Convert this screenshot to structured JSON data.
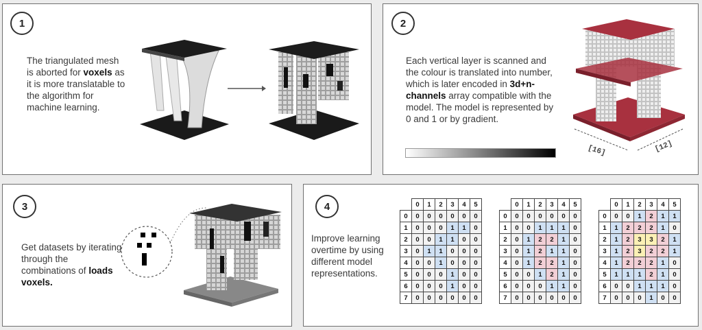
{
  "panels": [
    {
      "number": "1",
      "text_parts": [
        "The triangulated mesh is aborted for ",
        "voxels",
        " as it is more translatable to the algorithm for machine learning."
      ]
    },
    {
      "number": "2",
      "text_parts": [
        "Each vertical layer is scanned and the colour is translated into number, which is later encoded in ",
        "3d+n-channels",
        " array compatible with the model. The model is represented by 0 and 1 or by gradient."
      ],
      "dim_x": "[16]",
      "dim_y": "[12]"
    },
    {
      "number": "3",
      "text_parts": [
        "Get datasets by iterating through the combinations of ",
        "loads  voxels."
      ]
    },
    {
      "number": "4",
      "text": "Improve learning overtime by using different model representations."
    }
  ],
  "colors": {
    "blue": "#cfe0f3",
    "pink": "#f2cfd6",
    "yellow": "#fbf0b5",
    "gray": "#f2f2f2",
    "model_red": "#a8313f"
  },
  "grids": {
    "headers": [
      "0",
      "1",
      "2",
      "3",
      "4",
      "5"
    ],
    "row_labels": [
      "0",
      "1",
      "2",
      "3",
      "4",
      "5",
      "6",
      "7"
    ],
    "tables": [
      [
        [
          0,
          0,
          0,
          0,
          0,
          0
        ],
        [
          0,
          0,
          0,
          1,
          1,
          0
        ],
        [
          0,
          0,
          1,
          1,
          0,
          0
        ],
        [
          0,
          1,
          1,
          0,
          0,
          0
        ],
        [
          0,
          0,
          1,
          0,
          0,
          0
        ],
        [
          0,
          0,
          0,
          1,
          0,
          0
        ],
        [
          0,
          0,
          0,
          1,
          0,
          0
        ],
        [
          0,
          0,
          0,
          0,
          0,
          0
        ]
      ],
      [
        [
          0,
          0,
          0,
          0,
          0,
          0
        ],
        [
          0,
          0,
          1,
          1,
          1,
          0
        ],
        [
          0,
          1,
          2,
          2,
          1,
          0
        ],
        [
          0,
          1,
          2,
          1,
          1,
          0
        ],
        [
          0,
          1,
          2,
          2,
          1,
          0
        ],
        [
          0,
          0,
          1,
          2,
          1,
          0
        ],
        [
          0,
          0,
          0,
          1,
          1,
          0
        ],
        [
          0,
          0,
          0,
          0,
          0,
          0
        ]
      ],
      [
        [
          0,
          0,
          1,
          2,
          1,
          1
        ],
        [
          1,
          2,
          2,
          2,
          1,
          0
        ],
        [
          1,
          2,
          3,
          3,
          2,
          1
        ],
        [
          1,
          2,
          3,
          2,
          2,
          1
        ],
        [
          1,
          2,
          2,
          2,
          1,
          0
        ],
        [
          1,
          1,
          1,
          2,
          1,
          0
        ],
        [
          0,
          0,
          1,
          1,
          1,
          0
        ],
        [
          0,
          0,
          0,
          1,
          0,
          0
        ]
      ]
    ]
  }
}
